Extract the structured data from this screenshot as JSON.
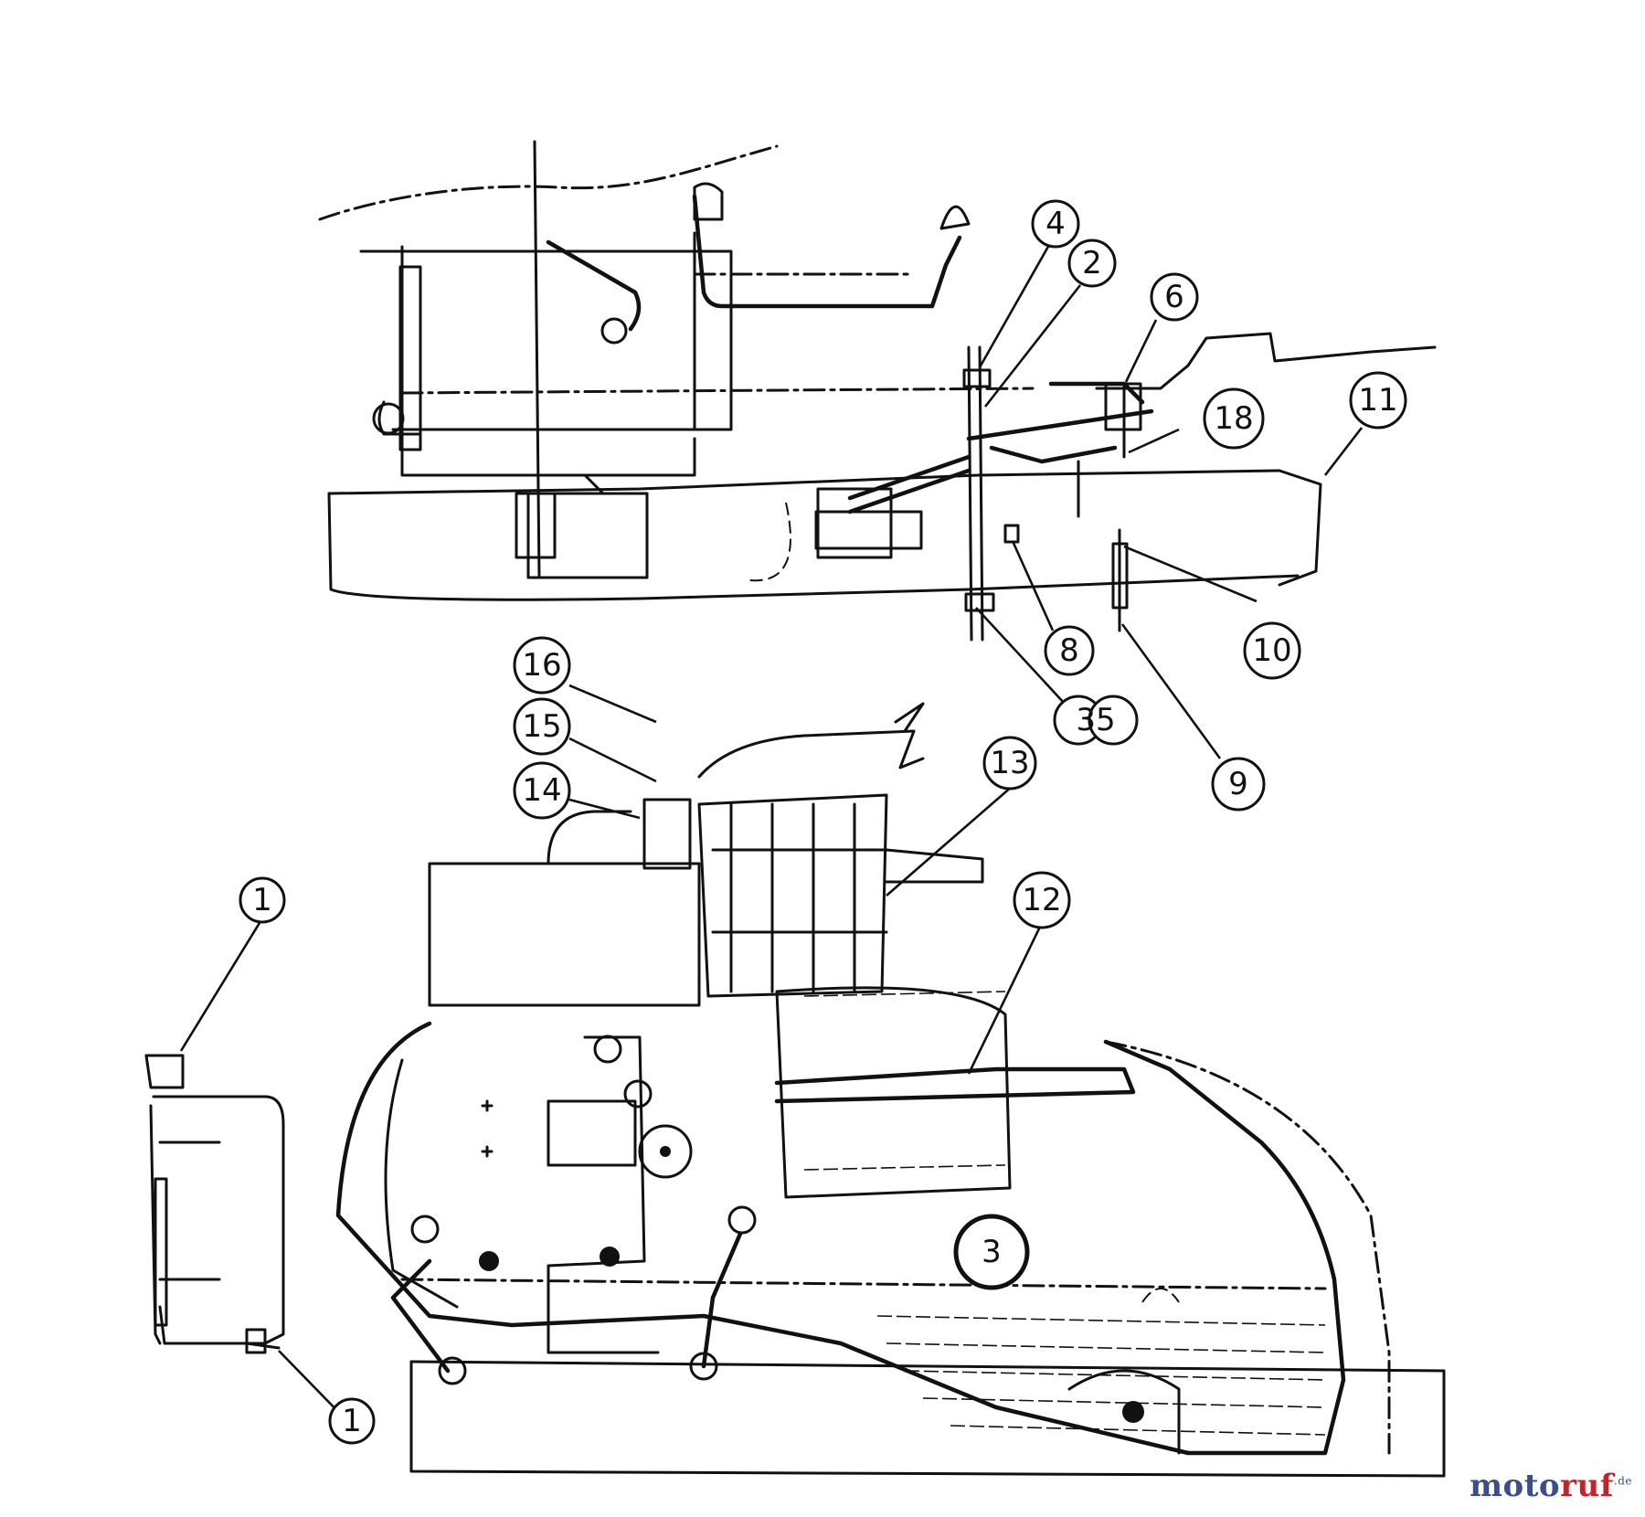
{
  "callouts": [
    {
      "id": "c4",
      "label": "4"
    },
    {
      "id": "c2",
      "label": "2"
    },
    {
      "id": "c6",
      "label": "6"
    },
    {
      "id": "c18",
      "label": "18"
    },
    {
      "id": "c11",
      "label": "11"
    },
    {
      "id": "c8",
      "label": "8"
    },
    {
      "id": "c10",
      "label": "10"
    },
    {
      "id": "c35",
      "label": "35"
    },
    {
      "id": "c9",
      "label": "9"
    },
    {
      "id": "c16",
      "label": "16"
    },
    {
      "id": "c15",
      "label": "15"
    },
    {
      "id": "c14",
      "label": "14"
    },
    {
      "id": "c13",
      "label": "13"
    },
    {
      "id": "c12",
      "label": "12"
    },
    {
      "id": "c1a",
      "label": "1"
    },
    {
      "id": "c1b",
      "label": "1"
    },
    {
      "id": "c3",
      "label": "3"
    }
  ],
  "watermark": {
    "main": "moto",
    "accent": "ruf",
    "suffix": ".de"
  }
}
